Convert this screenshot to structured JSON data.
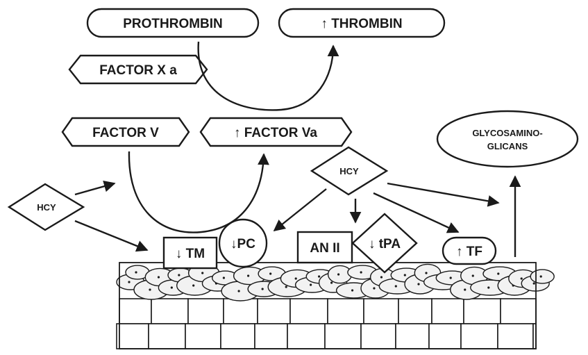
{
  "nodes": {
    "prothrombin": "PROTHROMBIN",
    "thrombin": "↑ THROMBIN",
    "factor_xa": "FACTOR X a",
    "factor_v": "FACTOR V",
    "factor_va": "↑ FACTOR Va",
    "glycosaminoglicans_line1": "GLYCOSAMINO-",
    "glycosaminoglicans_line2": "GLICANS",
    "hcy_left": "HCY",
    "hcy_center": "HCY",
    "tm": "↓ TM",
    "pc": "↓PC",
    "an_ii": "AN II",
    "tpa": "↓ tPA",
    "tf": "↑ TF"
  },
  "colors": {
    "ink": "#1a1a1a",
    "paper": "#ffffff"
  }
}
